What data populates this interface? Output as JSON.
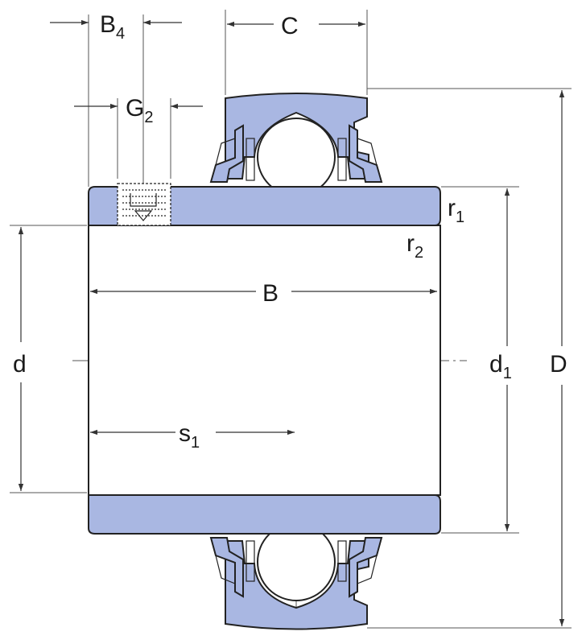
{
  "colors": {
    "part_fill": "#a9b7e2",
    "outline": "#222222",
    "dimension": "#333333",
    "background": "#ffffff"
  },
  "labels": {
    "B4": {
      "main": "B",
      "sub": "4"
    },
    "G2": {
      "main": "G",
      "sub": "2"
    },
    "C": {
      "main": "C"
    },
    "B": {
      "main": "B"
    },
    "d": {
      "main": "d"
    },
    "d1": {
      "main": "d",
      "sub": "1"
    },
    "D": {
      "main": "D"
    },
    "s1": {
      "main": "s",
      "sub": "1"
    },
    "r1": {
      "main": "r",
      "sub": "1"
    },
    "r2": {
      "main": "r",
      "sub": "2"
    }
  }
}
